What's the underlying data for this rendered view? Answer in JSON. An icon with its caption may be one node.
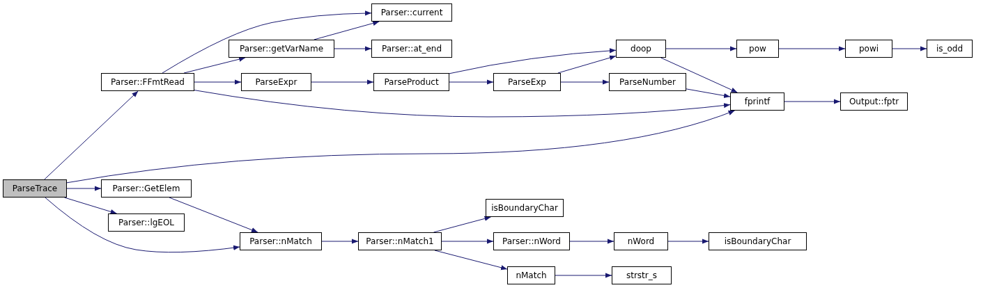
{
  "diagram": {
    "nodes": [
      {
        "text": [
          "ParseTrace"
        ]
      },
      {
        "text": [
          "Parser::FFmtRead"
        ]
      },
      {
        "text": [
          "Parser::current"
        ]
      },
      {
        "text": [
          "Parser::getVarName"
        ]
      },
      {
        "text": [
          "Parser::at_end"
        ]
      },
      {
        "text": [
          "ParseExpr"
        ]
      },
      {
        "text": [
          "ParseProduct"
        ]
      },
      {
        "text": [
          "doop"
        ]
      },
      {
        "text": [
          "ParseExp"
        ]
      },
      {
        "text": [
          "ParseNumber"
        ]
      },
      {
        "text": [
          "pow"
        ]
      },
      {
        "text": [
          "powi"
        ]
      },
      {
        "text": [
          "is_odd"
        ]
      },
      {
        "text": [
          "fprintf"
        ]
      },
      {
        "text": [
          "Output::fptr"
        ]
      },
      {
        "text": [
          "Parser::GetElem"
        ]
      },
      {
        "text": [
          "Parser::lgEOL"
        ]
      },
      {
        "text": [
          "Parser::nMatch"
        ]
      },
      {
        "text": [
          "Parser::nMatch1"
        ]
      },
      {
        "text": [
          "isBoundaryChar"
        ]
      },
      {
        "text": [
          "Parser::nWord"
        ]
      },
      {
        "text": [
          "nWord"
        ]
      },
      {
        "text": [
          "isBoundaryChar"
        ]
      },
      {
        "text": [
          "nMatch"
        ]
      },
      {
        "text": [
          "strstr_s"
        ]
      }
    ],
    "edges": [
      {
        "from": 0,
        "to": 1,
        "arrow": "to"
      },
      {
        "from": 0,
        "to": 13,
        "arrow": "to"
      },
      {
        "from": 0,
        "to": 15,
        "arrow": "to"
      },
      {
        "from": 0,
        "to": 16,
        "arrow": "to"
      },
      {
        "from": 0,
        "to": 17,
        "arrow": "to"
      },
      {
        "from": 1,
        "to": 2,
        "arrow": "to"
      },
      {
        "from": 1,
        "to": 3,
        "arrow": "to"
      },
      {
        "from": 1,
        "to": 5,
        "arrow": "to"
      },
      {
        "from": 1,
        "to": 13,
        "arrow": "to"
      },
      {
        "from": 3,
        "to": 2,
        "arrow": "to"
      },
      {
        "from": 3,
        "to": 4,
        "arrow": "to"
      },
      {
        "from": 5,
        "to": 6,
        "arrow": "to"
      },
      {
        "from": 6,
        "to": 7,
        "arrow": "to"
      },
      {
        "from": 6,
        "to": 8,
        "arrow": "to"
      },
      {
        "from": 8,
        "to": 7,
        "arrow": "to"
      },
      {
        "from": 8,
        "to": 9,
        "arrow": "to"
      },
      {
        "from": 7,
        "to": 10,
        "arrow": "to"
      },
      {
        "from": 7,
        "to": 13,
        "arrow": "to"
      },
      {
        "from": 9,
        "to": 13,
        "arrow": "to"
      },
      {
        "from": 10,
        "to": 11,
        "arrow": "to"
      },
      {
        "from": 11,
        "to": 12,
        "arrow": "to"
      },
      {
        "from": 13,
        "to": 14,
        "arrow": "to"
      },
      {
        "from": 15,
        "to": 17,
        "arrow": "to"
      },
      {
        "from": 17,
        "to": 18,
        "arrow": "to"
      },
      {
        "from": 18,
        "to": 19,
        "arrow": "to"
      },
      {
        "from": 18,
        "to": 20,
        "arrow": "to"
      },
      {
        "from": 18,
        "to": 23,
        "arrow": "to"
      },
      {
        "from": 20,
        "to": 21,
        "arrow": "to"
      },
      {
        "from": 21,
        "to": 22,
        "arrow": "to"
      },
      {
        "from": 23,
        "to": 24,
        "arrow": "to"
      }
    ]
  }
}
